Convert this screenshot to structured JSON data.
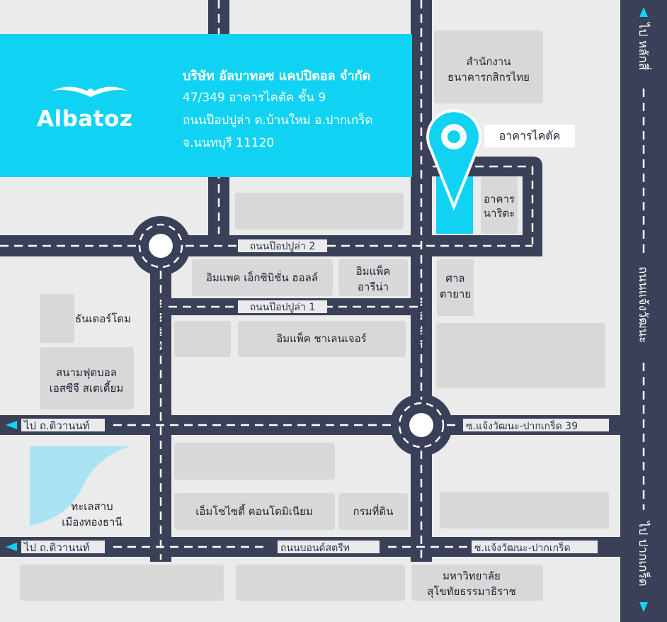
{
  "company": {
    "logo_text": "Albatoz",
    "name": "บริษัท อัลบาทอซ แคปปิตอล จำกัด",
    "address_line1": "47/349  อาคารไคตัค ชั้น 9",
    "address_line2": "ถนนป๊อปปูล่า ต.บ้านใหม่ อ.ปากเกร็ด",
    "address_line3": "จ.นนทบุรี 11120"
  },
  "destination": {
    "label": "อาคารไคตัค"
  },
  "places": {
    "bank_line1": "สำนักงาน",
    "bank_line2": "ธนาคารกสิกรไทย",
    "narita_line1": "อาคาร",
    "narita_line2": "นาริตะ",
    "impact_hall": "อิมแพค เอ็กซิบิชั่น ฮอลล์",
    "impact_arena_line1": "อิมแพ็ค",
    "impact_arena_line2": "อารีน่า",
    "shrine_line1": "ศาล",
    "shrine_line2": "ตายาย",
    "thunderdome": "ธันเดอร์โดม",
    "stadium_line1": "สนามฟุตบอล",
    "stadium_line2": "เอสซีจี สเตเดี้ยม",
    "challenger": "อิมแพ็ค ชาเลนเจอร์",
    "lake_line1": "ทะเลสาบ",
    "lake_line2": "เมืองทองธานี",
    "condo": "เอ็มโซไซตี้ คอนโดมิเนียม",
    "land_dept": "กรมที่ดิน",
    "university_line1": "มหาวิทยาลัย",
    "university_line2": "สุโขทัยธรรมาธิราช"
  },
  "roads": {
    "popular2": "ถนนป๊อปปูล่า 2",
    "popular1": "ถนนป๊อปปูล่า 1",
    "popular_left": "ถนนป๊อปปูล่า",
    "popular_right": "ถนนป๊อปปูล่า",
    "to_tiwanon_upper": "ไป ถ.ติวานนท์",
    "to_tiwanon_lower": "ไป ถ.ติวานนท์",
    "soi39": "ซ.แจ้งวัฒนะ-ปากเกร็ด 39",
    "bond_street": "ถนนบอนด์สตรีท",
    "soi_pakkret": "ซ.แจ้งวัฒนะ-ปากเกร็ด",
    "to_laksi": "ไป หลักสี่",
    "chaengwattana": "ถนนแจ้งวัฒนะ",
    "to_pakkret": "ไป ปากเกร็ด"
  },
  "colors": {
    "road": "#394058",
    "road_dash": "#ffffff",
    "block": "#d8d8d8",
    "banner": "#10d3f3",
    "pin": "#10d3f3",
    "lake": "#a8e4f2",
    "background": "#ebebeb"
  }
}
